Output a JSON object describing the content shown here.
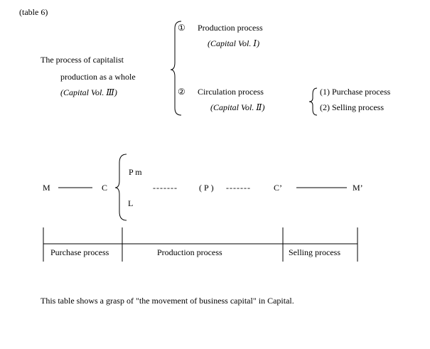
{
  "table_label": "(table 6)",
  "whole": {
    "line1": "The process of capitalist",
    "line2": "production as a whole",
    "volume_ref": "(Capital Vol. Ⅲ)"
  },
  "branches": {
    "production": {
      "marker": "①",
      "label": "Production process",
      "volume_ref": "(Capital Vol. Ⅰ)"
    },
    "circulation": {
      "marker": "②",
      "label": "Circulation process",
      "volume_ref": "(Capital Vol. Ⅱ)",
      "sub": {
        "purchase": "(1) Purchase process",
        "selling": "(2)  Selling process"
      }
    }
  },
  "formula": {
    "m": "M",
    "c": "C",
    "pm": "P m",
    "l": "L",
    "dash_a": "-------",
    "p": "(P)",
    "dash_b": "-------",
    "c_prime": "C’",
    "m_prime": "M’"
  },
  "phases": {
    "purchase": "Purchase process",
    "production": "Production process",
    "selling": "Selling  process"
  },
  "caption": "This table shows a grasp of \"the movement of business capital\" in Capital."
}
